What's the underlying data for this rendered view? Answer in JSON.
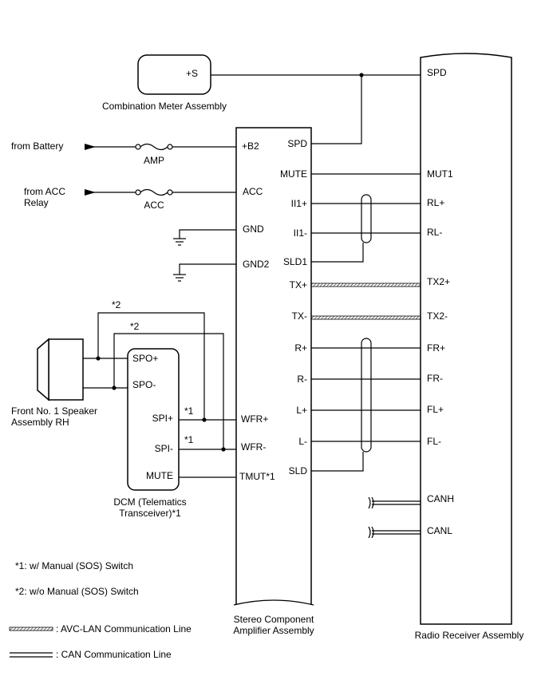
{
  "components": {
    "combination_meter": {
      "pin": "+S",
      "name": "Combination Meter Assembly"
    },
    "amplifier": {
      "name_line1": "Stereo Component",
      "name_line2": "Amplifier Assembly",
      "left_pins": {
        "b2": "+B2",
        "acc": "ACC",
        "gnd": "GND",
        "gnd2": "GND2",
        "wfr_plus": "WFR+",
        "wfr_minus": "WFR-",
        "tmut": "TMUT*1"
      },
      "right_pins": {
        "spd": "SPD",
        "mute": "MUTE",
        "ii1_plus": "II1+",
        "ii1_minus": "II1-",
        "sld1": "SLD1",
        "tx_plus": "TX+",
        "tx_minus": "TX-",
        "r_plus": "R+",
        "r_minus": "R-",
        "l_plus": "L+",
        "l_minus": "L-",
        "sld": "SLD"
      }
    },
    "radio_receiver": {
      "name": "Radio Receiver Assembly",
      "pins": {
        "spd": "SPD",
        "mut1": "MUT1",
        "rl_plus": "RL+",
        "rl_minus": "RL-",
        "tx2_plus": "TX2+",
        "tx2_minus": "TX2-",
        "fr_plus": "FR+",
        "fr_minus": "FR-",
        "fl_plus": "FL+",
        "fl_minus": "FL-",
        "canh": "CANH",
        "canl": "CANL"
      }
    },
    "dcm": {
      "name_line1": "DCM (Telematics",
      "name_line2": "Transceiver)*1",
      "pins": {
        "spo_plus": "SPO+",
        "spo_minus": "SPO-",
        "spi_plus": "SPI+",
        "spi_minus": "SPI-",
        "mute": "MUTE"
      }
    },
    "speaker": {
      "name_line1": "Front No. 1 Speaker",
      "name_line2": "Assembly RH"
    }
  },
  "sources": {
    "battery": "from Battery",
    "acc_relay_line1": "from ACC",
    "acc_relay_line2": "Relay",
    "fuse_amp": "AMP",
    "fuse_acc": "ACC"
  },
  "wire_notes": {
    "star1": "*1",
    "star2": "*2"
  },
  "notes": {
    "note1": "*1: w/ Manual (SOS) Switch",
    "note2": "*2: w/o Manual (SOS) Switch"
  },
  "legend": {
    "avc_lan": ": AVC-LAN Communication Line",
    "can": ": CAN Communication Line"
  }
}
